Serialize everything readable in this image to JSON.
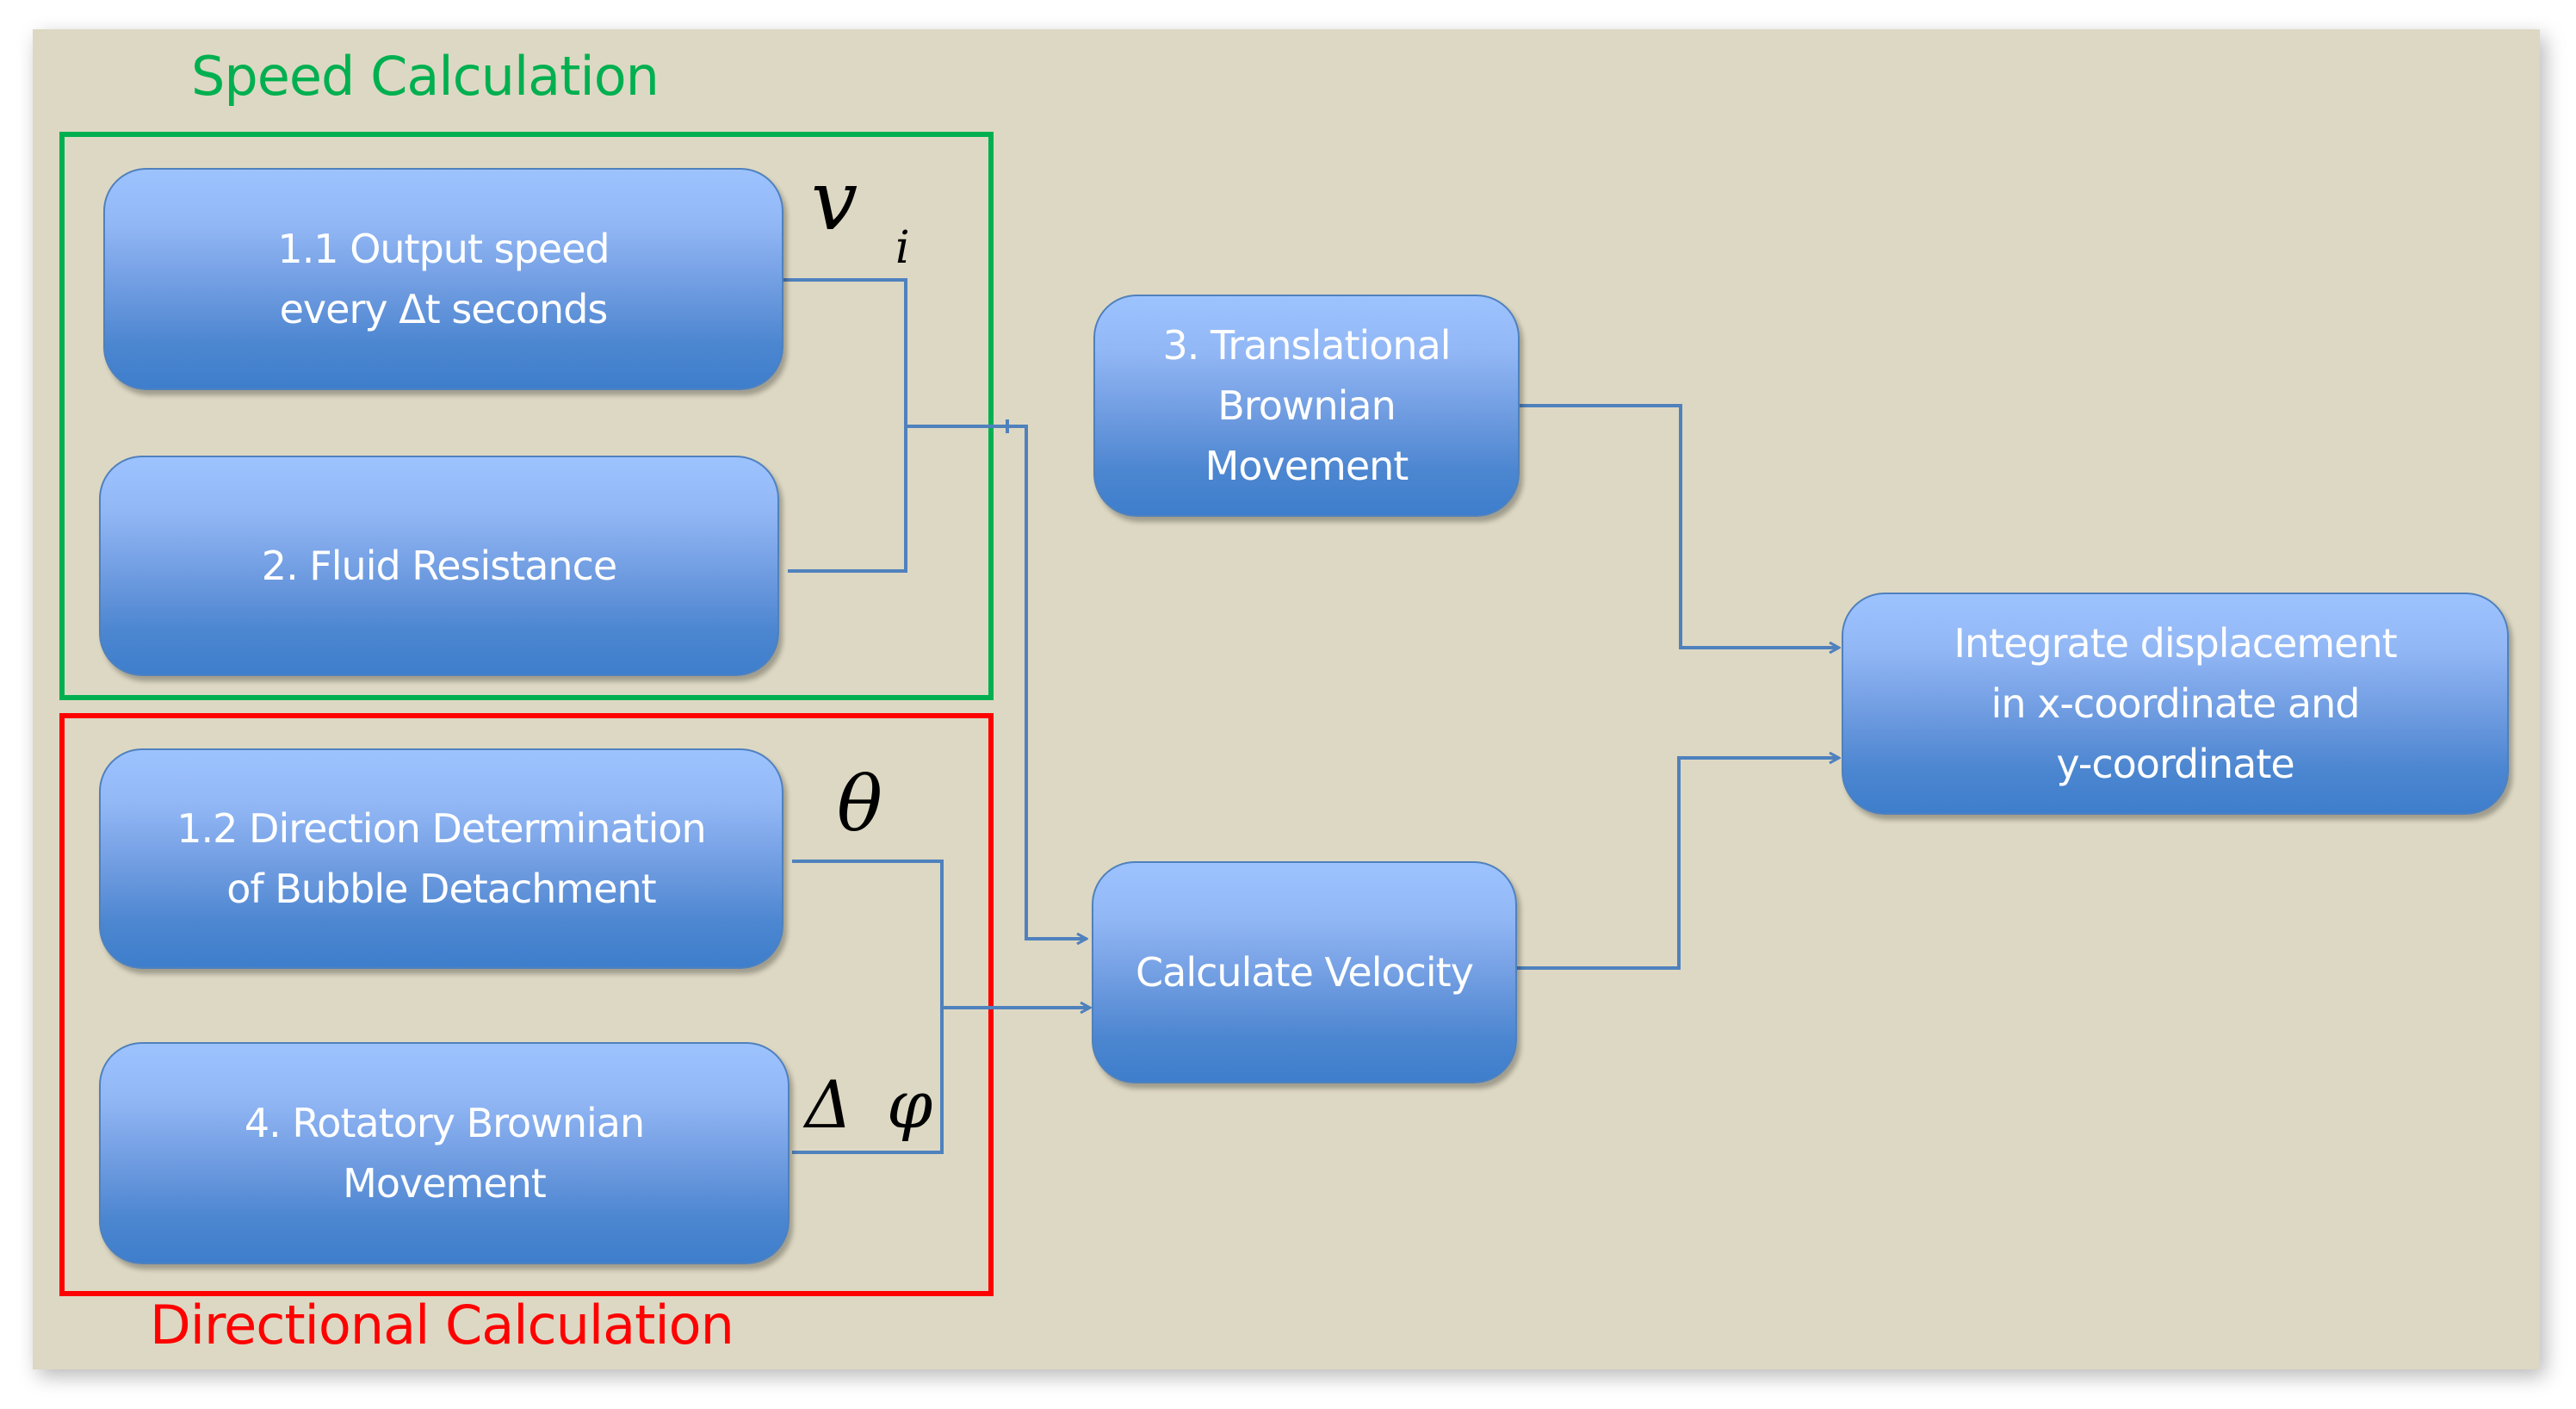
{
  "groups": {
    "speed": {
      "title": "Speed Calculation",
      "color": "#00B050"
    },
    "directional": {
      "title": "Directional Calculation",
      "color": "#FF0000"
    }
  },
  "nodes": {
    "output_speed": "1.1 Output speed\nevery Δt seconds",
    "fluid_resistance": "2. Fluid Resistance",
    "direction_determination": "1.2 Direction Determination\nof Bubble Detachment",
    "rotatory_brownian": "4. Rotatory Brownian\nMovement",
    "translational_brownian": "3. Translational\nBrownian\nMovement",
    "calculate_velocity": "Calculate Velocity",
    "integrate_displacement": "Integrate displacement\nin x-coordinate and\ny-coordinate"
  },
  "symbols": {
    "speed_v": "v",
    "speed_sub": "i",
    "theta": "θ",
    "delta_phi": "Δ φ"
  },
  "colors": {
    "background": "#DDD8C3",
    "node_border": "#4F81BD",
    "connector": "#4F81BD"
  }
}
